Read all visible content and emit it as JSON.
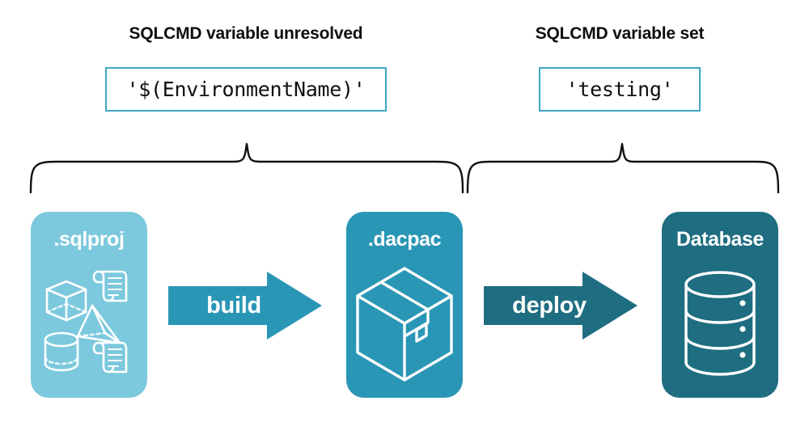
{
  "diagram": {
    "title_left": "SQLCMD variable unresolved",
    "title_right": "SQLCMD variable set",
    "code_left": "'$(EnvironmentName)'",
    "code_right": "'testing'",
    "colors": {
      "sqlproj": "#7cc9dd",
      "dacpac": "#2a96b6",
      "database": "#1e6d80",
      "build_arrow": "#2a96b6",
      "deploy_arrow": "#1e6d80",
      "code_border": "#3fa7c3",
      "text": "#0f0f0f",
      "background": "#ffffff"
    },
    "stages": [
      {
        "id": "sqlproj",
        "label": ".sqlproj",
        "icons": [
          "cube-icon",
          "scroll-icon",
          "pyramid-icon",
          "cylinder-icon",
          "scroll-icon"
        ]
      },
      {
        "id": "dacpac",
        "label": ".dacpac",
        "icons": [
          "package-box-icon"
        ]
      },
      {
        "id": "database",
        "label": "Database",
        "icons": [
          "database-cylinder-icon"
        ]
      }
    ],
    "arrows": [
      {
        "id": "build",
        "label": "build",
        "from": "sqlproj",
        "to": "dacpac"
      },
      {
        "id": "deploy",
        "label": "deploy",
        "from": "dacpac",
        "to": "database"
      }
    ],
    "braces": [
      {
        "id": "brace-left",
        "covers": [
          "sqlproj",
          "build",
          "dacpac"
        ],
        "points_to": "code_left"
      },
      {
        "id": "brace-right",
        "covers": [
          "dacpac",
          "deploy",
          "database"
        ],
        "points_to": "code_right"
      }
    ]
  }
}
